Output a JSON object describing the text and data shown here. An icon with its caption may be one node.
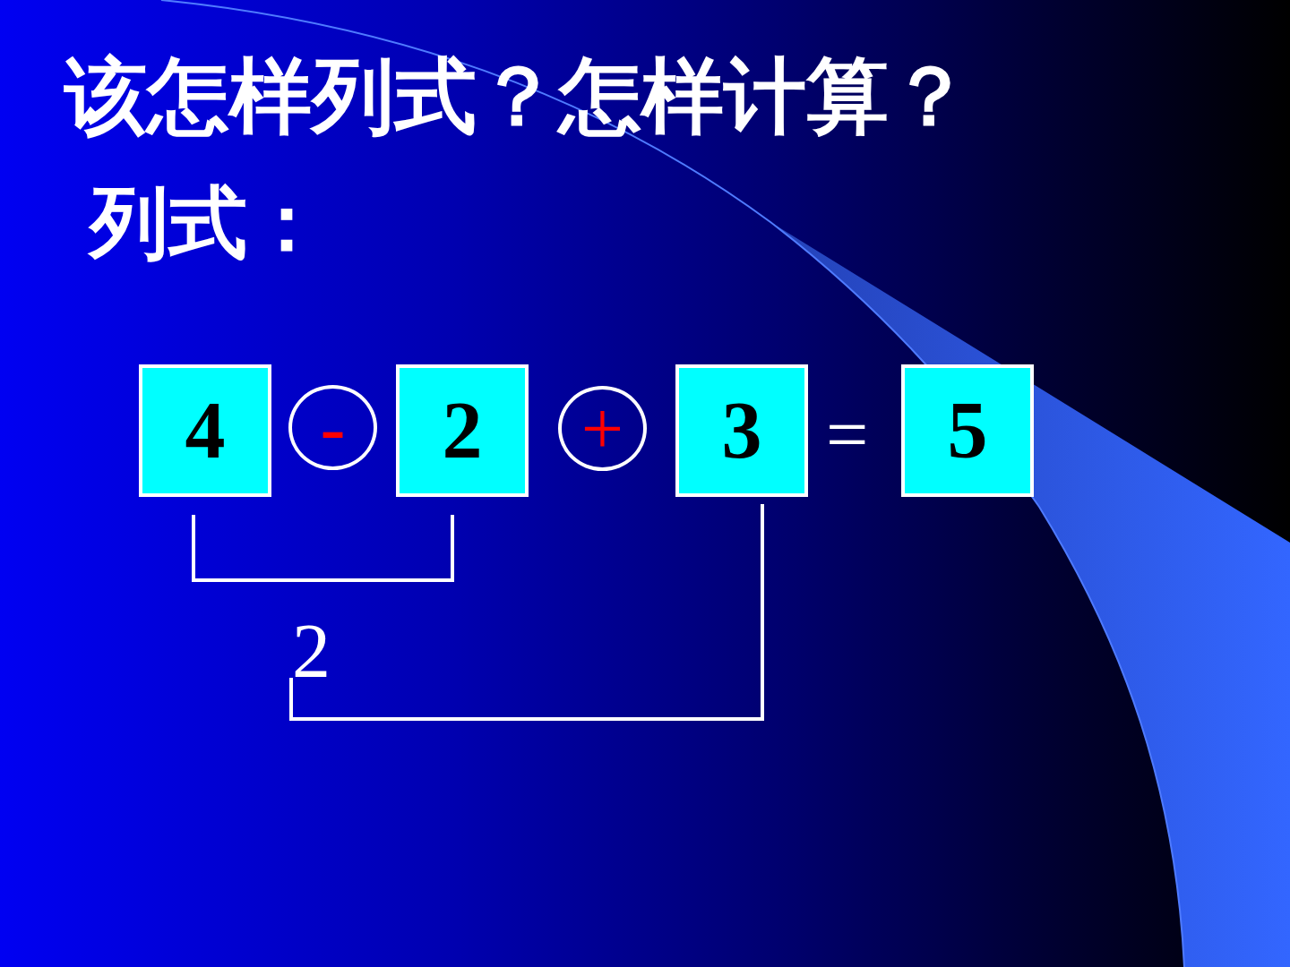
{
  "diagram": {
    "title": "该怎样列式？怎样计算？",
    "nodes": [
      {
        "text": [
          "4"
        ]
      },
      {
        "text": [
          "-"
        ]
      },
      {
        "text": [
          "2"
        ]
      },
      {
        "text": [
          "+"
        ]
      },
      {
        "text": [
          "3"
        ]
      },
      {
        "text": [
          "5"
        ]
      }
    ],
    "labels": [
      "列式：",
      "=",
      "2"
    ]
  }
}
